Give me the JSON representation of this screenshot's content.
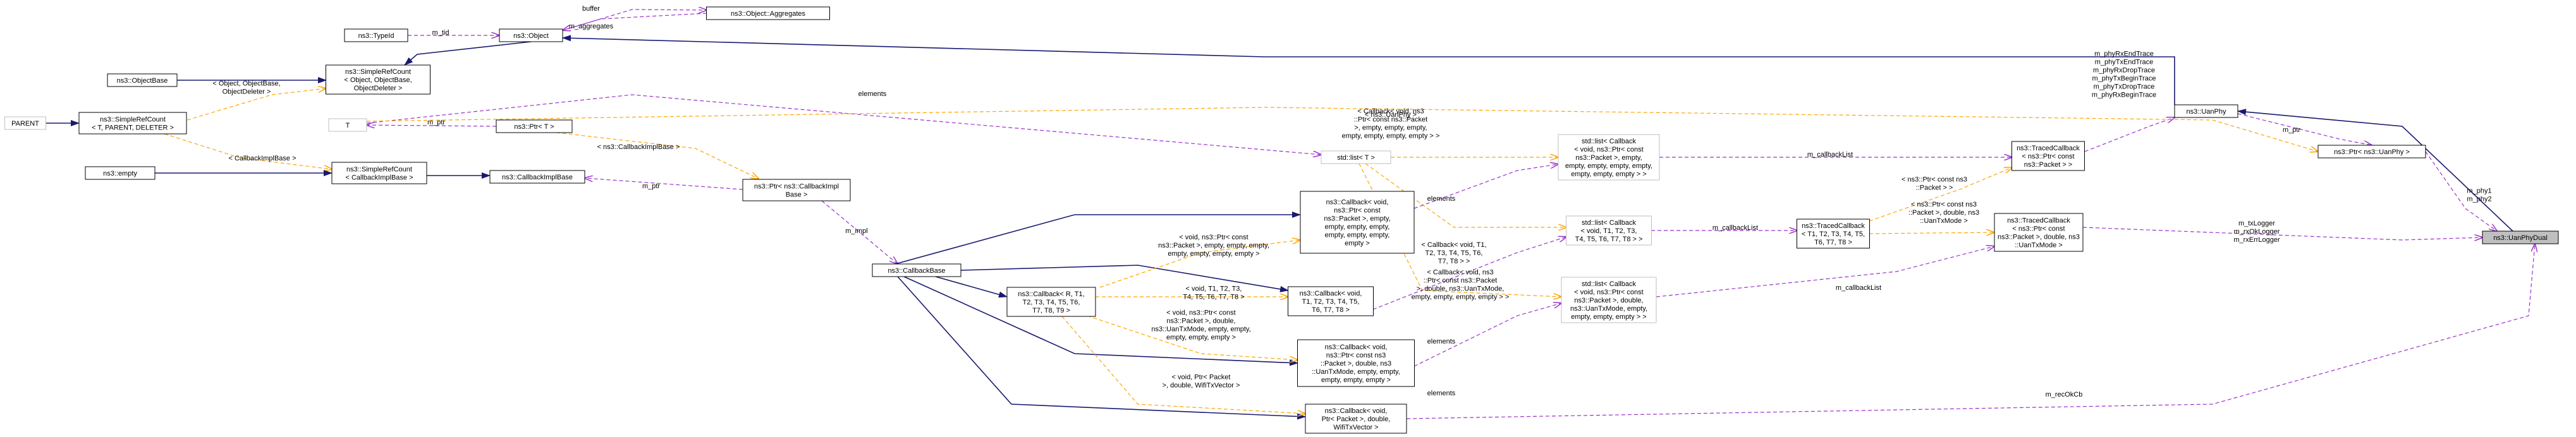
{
  "nodes": {
    "uanphydual": "ns3::UanPhyDual",
    "uanphy": "ns3::UanPhy",
    "ptr_uanphy": "ns3::Ptr< ns3::UanPhy >",
    "traced_rx": [
      "ns3::TracedCallback",
      "< ns3::Ptr< const",
      "ns3::Packet > >"
    ],
    "traced_generic": [
      "ns3::TracedCallback",
      "< T1, T2, T3, T4, T5,",
      "T6, T7, T8 >"
    ],
    "traced_tx": [
      "ns3::TracedCallback",
      "< ns3::Ptr< const",
      "ns3::Packet >, double, ns3",
      "::UanTxMode >"
    ],
    "list_rx": [
      "std::list< Callback",
      "< void, ns3::Ptr< const",
      "ns3::Packet >, empty,",
      "empty, empty, empty, empty,",
      "empty, empty, empty > >"
    ],
    "list_generic": [
      "std::list< Callback",
      "< void, T1, T2, T3,",
      "T4, T5, T6, T7, T8 > >"
    ],
    "list_tx": [
      "std::list< Callback",
      "< void, ns3::Ptr< const",
      "ns3::Packet >, double,",
      "ns3::UanTxMode, empty,",
      "empty, empty, empty > >"
    ],
    "list_t": "std::list< T >",
    "cb_rx": [
      "ns3::Callback< void,",
      "ns3::Ptr< const",
      "ns3::Packet >, empty,",
      "empty, empty, empty,",
      "empty, empty, empty,",
      "empty >"
    ],
    "cb_generic": [
      "ns3::Callback< void,",
      "T1, T2, T3, T4, T5,",
      "T6, T7, T8 >"
    ],
    "cb_tx": [
      "ns3::Callback< void,",
      "ns3::Ptr< const ns3",
      "::Packet >, double, ns3",
      "::UanTxMode, empty, empty,",
      "empty, empty, empty >"
    ],
    "cb_rxok": [
      "ns3::Callback< void,",
      "Ptr< Packet >, double,",
      "WifiTxVector >"
    ],
    "cb_r": [
      "ns3::Callback< R, T1,",
      "T2, T3, T4, T5, T6,",
      "T7, T8, T9 >"
    ],
    "callbackbase": "ns3::CallbackBase",
    "ptr_cbimpl": [
      "ns3::Ptr< ns3::CallbackImpl",
      "Base >"
    ],
    "cbimplbase": "ns3::CallbackImplBase",
    "src_cbimpl": [
      "ns3::SimpleRefCount",
      "< CallbackImplBase >"
    ],
    "empty": "ns3::empty",
    "ptr_t": "ns3::Ptr< T >",
    "t": "T",
    "src_generic": [
      "ns3::SimpleRefCount",
      "< T, PARENT, DELETER >"
    ],
    "parent": "PARENT",
    "objectbase": "ns3::ObjectBase",
    "src_object": [
      "ns3::SimpleRefCount",
      "< Object, ObjectBase,",
      "ObjectDeleter >"
    ],
    "object": "ns3::Object",
    "typeid": "ns3::TypeId",
    "aggregates": "ns3::Object::Aggregates"
  },
  "labels": {
    "m_tid": "m_tid",
    "buffer": "buffer",
    "m_aggregates": "m_aggregates",
    "elements": "elements",
    "m_ptr": "m_ptr",
    "m_impl": "m_impl",
    "m_callbackList": "m_callbackList",
    "m_phy1_2": [
      "m_phy1",
      "m_phy2"
    ],
    "traces": [
      "m_phyRxEndTrace",
      "m_phyTxEndTrace",
      "m_phyRxDropTrace",
      "m_phyTxBeginTrace",
      "m_phyTxDropTrace",
      "m_phyRxBeginTrace"
    ],
    "loggers": [
      "m_txLogger",
      "m_rxOkLogger",
      "m_rxErrLogger"
    ],
    "m_recOkCb": "m_recOkCb",
    "tmpl_object": [
      "< Object, ObjectBase,",
      "ObjectDeleter >"
    ],
    "tmpl_cbimpl_ref": "< CallbackImplBase >",
    "tmpl_cbimpl_ptr": "< ns3::CallbackImplBase >",
    "tmpl_uanphy": "< ns3::UanPhy >",
    "tmpl_list_rx": [
      "< Callback< void, ns3",
      "::Ptr< const ns3::Packet",
      ">, empty, empty, empty,",
      "empty, empty, empty, empty > >"
    ],
    "tmpl_list_generic": [
      "< Callback< void, T1,",
      "T2, T3, T4, T5, T6,",
      "T7, T8 > >"
    ],
    "tmpl_list_tx": [
      "< Callback< void, ns3",
      "::Ptr< const ns3::Packet",
      ">, double, ns3::UanTxMode,",
      "empty, empty, empty, empty > >"
    ],
    "tmpl_traced_rx": [
      "< ns3::Ptr< const ns3",
      "::Packet > >"
    ],
    "tmpl_traced_tx": [
      "< ns3::Ptr< const ns3",
      "::Packet >, double, ns3",
      "::UanTxMode >"
    ],
    "tmpl_cb_rx": [
      "< void, ns3::Ptr< const",
      "ns3::Packet >, empty, empty, empty,",
      "empty, empty, empty, empty >"
    ],
    "tmpl_cb_generic": [
      "< void, T1, T2, T3,",
      "T4, T5, T6, T7, T8 >"
    ],
    "tmpl_cb_tx": [
      "< void, ns3::Ptr< const",
      "ns3::Packet >, double,",
      "ns3::UanTxMode, empty, empty,",
      "empty, empty, empty >"
    ],
    "tmpl_cb_rxok": [
      "< void, Ptr< Packet",
      ">, double, WifiTxVector >"
    ]
  },
  "colors": {
    "inherit": "#191970",
    "usage": "#9a32cd",
    "template": "#ffa500",
    "node_border": "#000000",
    "node_border_light": "#bfbfbf",
    "highlight_fill": "#bfbfbf"
  }
}
